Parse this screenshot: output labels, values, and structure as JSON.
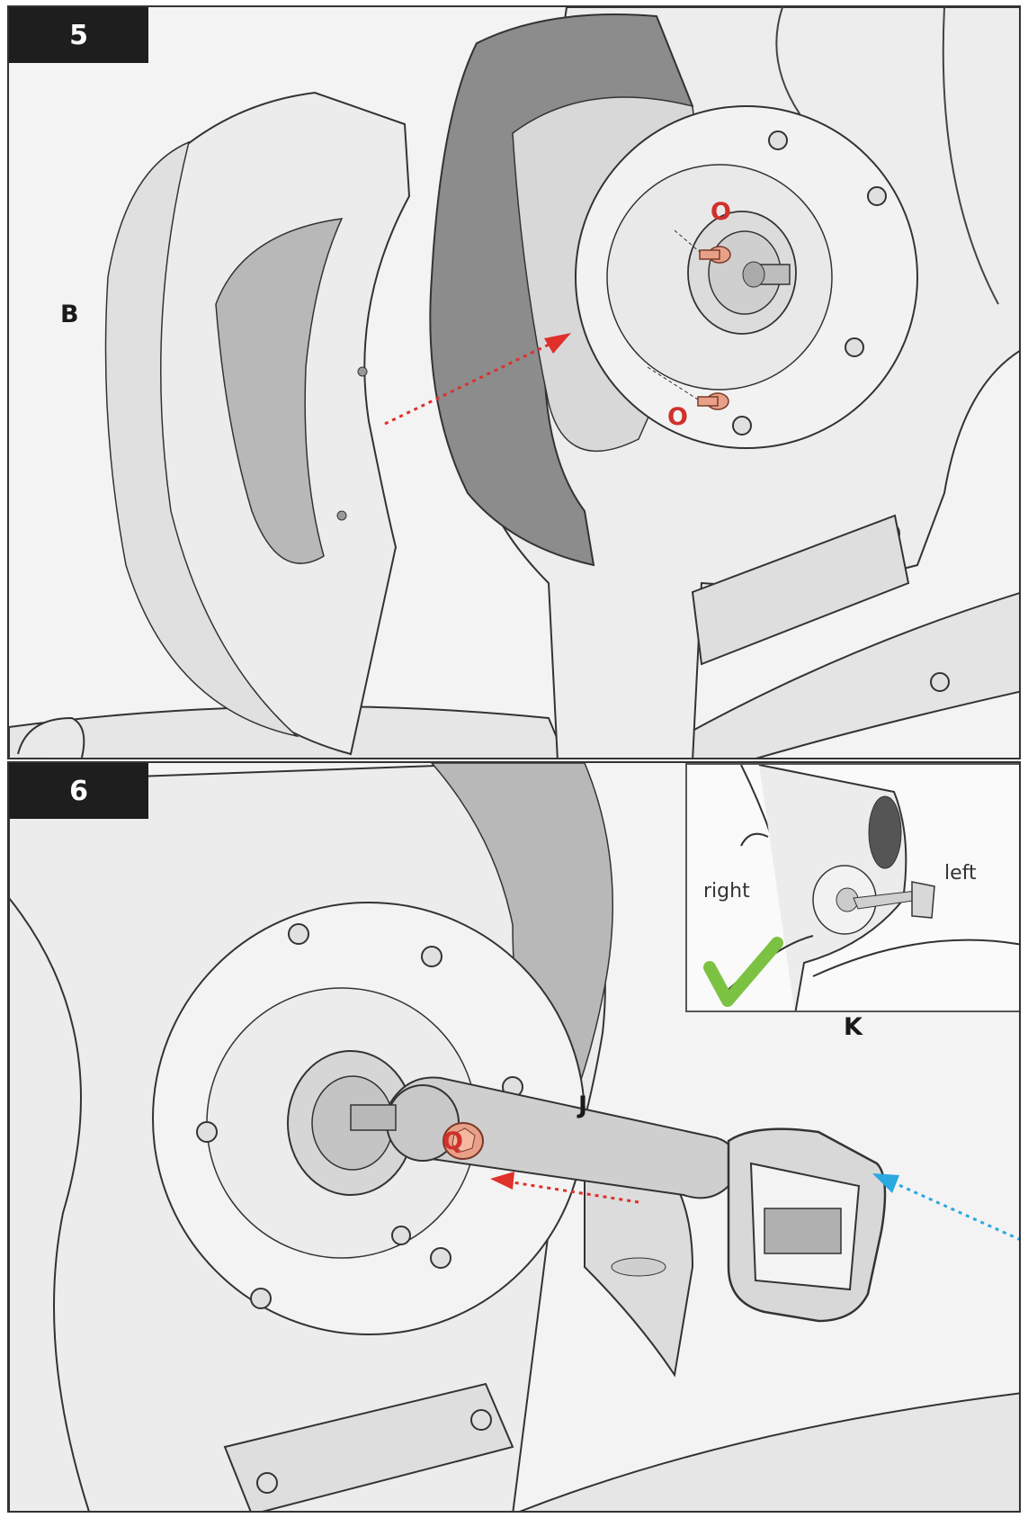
{
  "step5": {
    "number": "5",
    "labels": {
      "b": "B",
      "o_top": "O",
      "o_bottom": "O"
    }
  },
  "step6": {
    "number": "6",
    "labels": {
      "q": "Q",
      "j": "J",
      "k": "K"
    },
    "inset": {
      "right": "right",
      "left": "left"
    }
  },
  "colors": {
    "callout_red": "#d0312d",
    "arrow_red": "#e0302a",
    "arrow_blue": "#2aa8e0",
    "check_green": "#7cc242",
    "bolt_copper": "#e8a088",
    "step_box": "#1e1e1e"
  }
}
